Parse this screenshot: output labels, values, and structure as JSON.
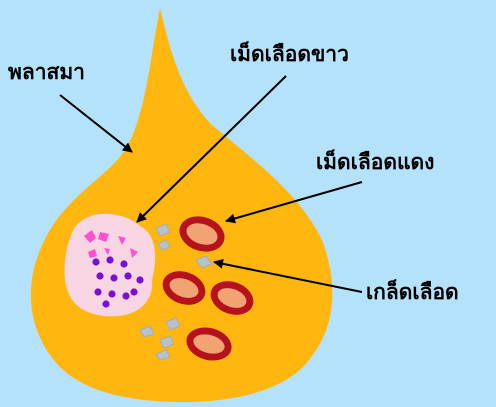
{
  "labels": {
    "plasma": "พลาสมา",
    "white_blood_cell": "เม็ดเลือดขาว",
    "red_blood_cell": "เม็ดเลือดแดง",
    "platelet": "เกล็ดเลือด"
  },
  "colors": {
    "background": "#b5e2fb",
    "plasma_fill": "#ffb70f",
    "rbc_outer": "#b5121b",
    "rbc_inner": "#f2a373",
    "wbc_cell": "#f7d5e2",
    "wbc_granule_pink": "#ff4fd2",
    "wbc_granule_purple": "#7a10d4",
    "platelet": "#b9c1c9"
  }
}
